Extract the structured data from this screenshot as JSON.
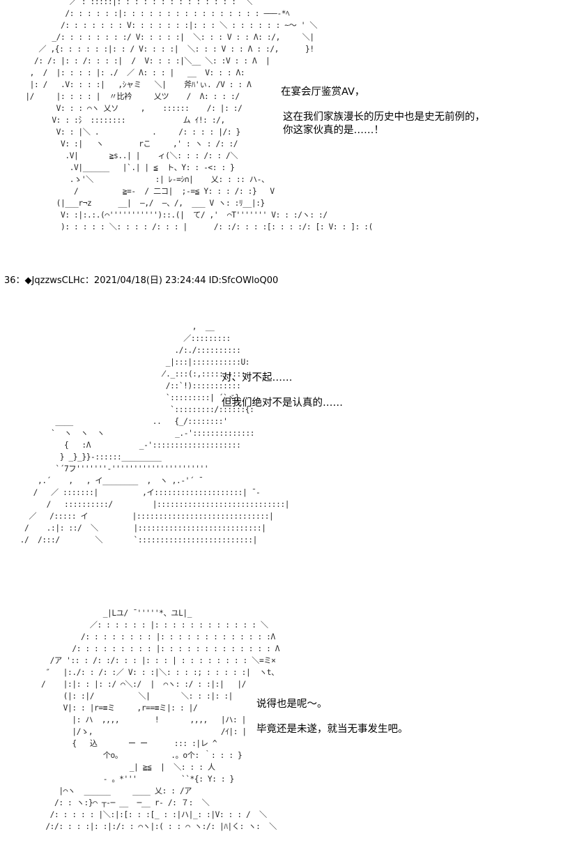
{
  "panel1": {
    "lines": [
      "在宴会厅鉴赏AV，",
      "这在我们家族漫长的历史中也是史无前例的，",
      "你这家伙真的是……！"
    ]
  },
  "post_header": "36：◆JqzzwsCLHc：2021/04/18(日) 23:24:44 ID:SfcOWloQ00",
  "panel2": {
    "lines": [
      "对、对不起……",
      "但我们绝对不是认真的……"
    ]
  },
  "panel3": {
    "lines": [
      "说得也是呢～。",
      "毕竟还是未遂，就当无事发生吧。"
    ]
  }
}
